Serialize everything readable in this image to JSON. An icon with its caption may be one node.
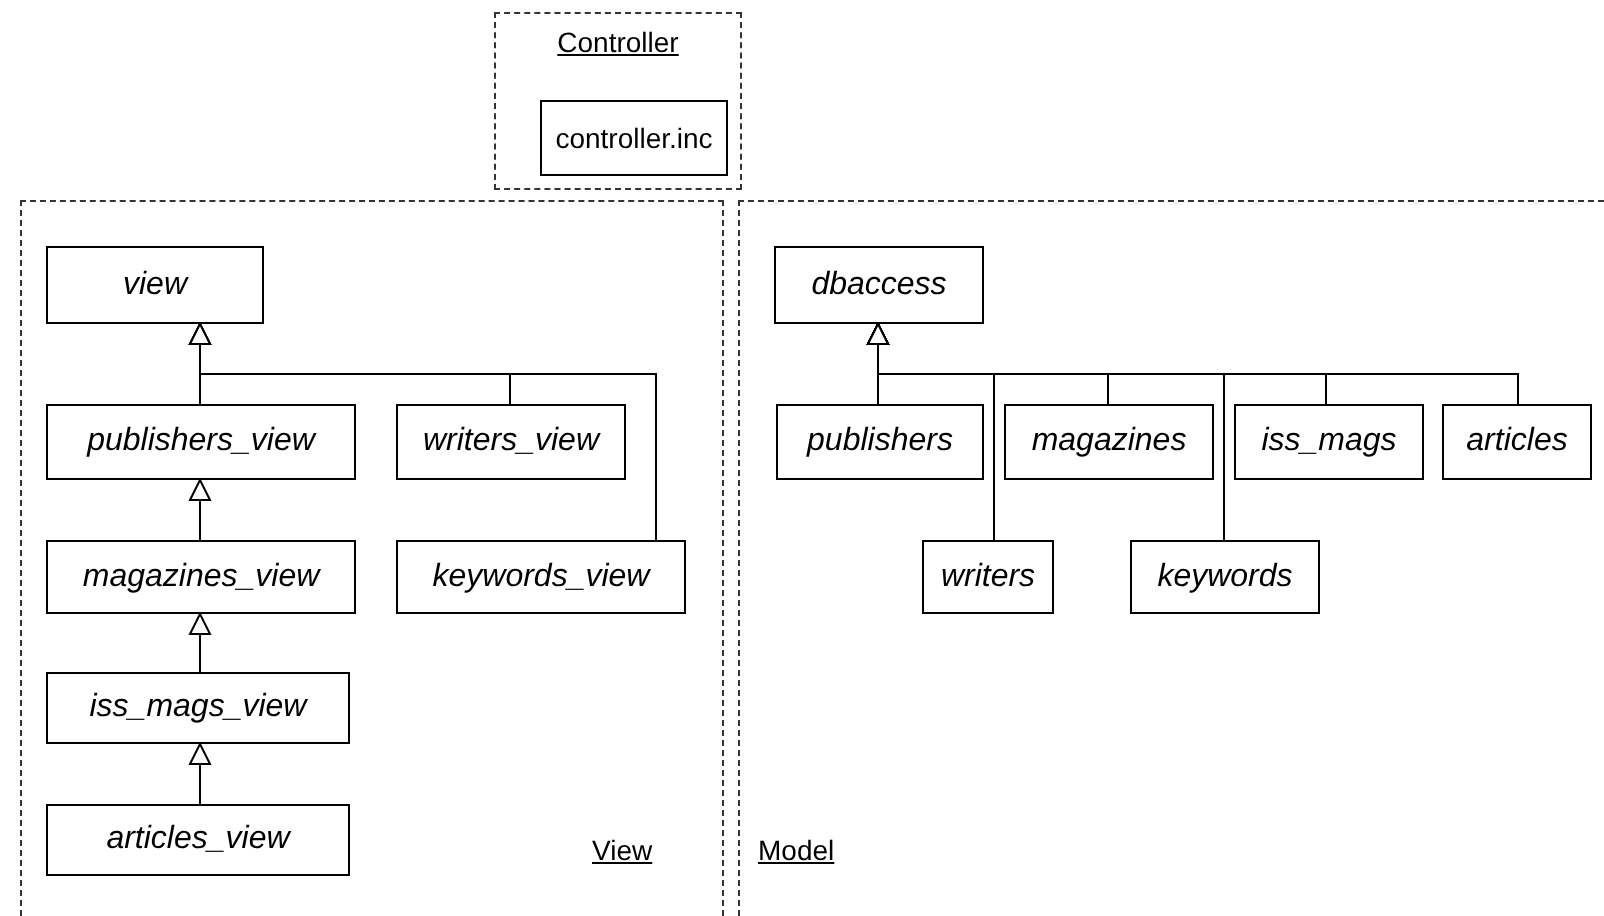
{
  "diagram": {
    "nodes": [
      {
        "text": [
          "Controller"
        ]
      },
      {
        "text": [
          "controller.inc"
        ],
        "in": 0
      },
      {
        "text": [
          "View"
        ]
      },
      {
        "text": [
          "view"
        ],
        "in": 2
      },
      {
        "text": [
          "publishers_view"
        ],
        "in": 2
      },
      {
        "text": [
          "writers_view"
        ],
        "in": 2
      },
      {
        "text": [
          "magazines_view"
        ],
        "in": 2
      },
      {
        "text": [
          "keywords_view"
        ],
        "in": 2
      },
      {
        "text": [
          "iss_mags_view"
        ],
        "in": 2
      },
      {
        "text": [
          "articles_view"
        ],
        "in": 2
      },
      {
        "text": [
          "Model"
        ]
      },
      {
        "text": [
          "dbaccess"
        ],
        "in": 10
      },
      {
        "text": [
          "publishers"
        ],
        "in": 10
      },
      {
        "text": [
          "magazines"
        ],
        "in": 10
      },
      {
        "text": [
          "iss_mags"
        ],
        "in": 10
      },
      {
        "text": [
          "articles"
        ],
        "in": 10
      },
      {
        "text": [
          "writers"
        ],
        "in": 10
      },
      {
        "text": [
          "keywords"
        ],
        "in": 10
      }
    ],
    "edges": [
      {
        "from": 4,
        "to": 3,
        "arrow": "to"
      },
      {
        "from": 5,
        "to": 3,
        "arrow": "to"
      },
      {
        "from": 7,
        "to": 3,
        "arrow": "to"
      },
      {
        "from": 6,
        "to": 4,
        "arrow": "to"
      },
      {
        "from": 8,
        "to": 6,
        "arrow": "to"
      },
      {
        "from": 9,
        "to": 8,
        "arrow": "to"
      },
      {
        "from": 12,
        "to": 11,
        "arrow": "to"
      },
      {
        "from": 16,
        "to": 11,
        "arrow": "to"
      },
      {
        "from": 13,
        "to": 11,
        "arrow": "to"
      },
      {
        "from": 17,
        "to": 11,
        "arrow": "to"
      },
      {
        "from": 14,
        "to": 11,
        "arrow": "to"
      },
      {
        "from": 15,
        "to": 11,
        "arrow": "to"
      }
    ]
  }
}
